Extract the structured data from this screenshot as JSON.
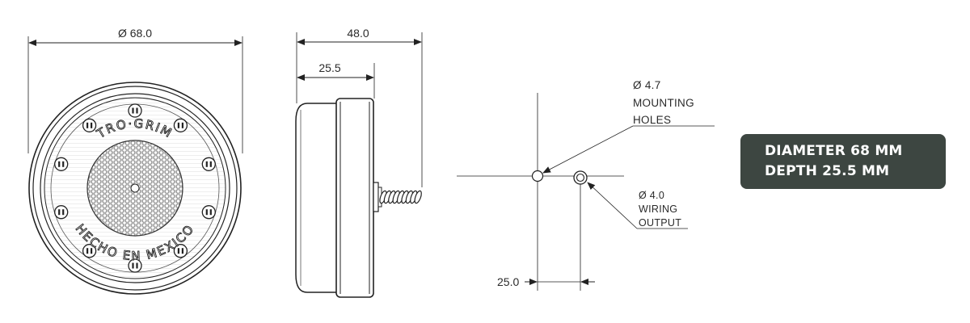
{
  "front_view": {
    "diameter_label": "Ø 68.0",
    "emboss_top": "TRO·GRIM",
    "emboss_bottom": "HECHO EN MEXICO"
  },
  "side_view": {
    "overall_length_label": "48.0",
    "body_depth_label": "25.5"
  },
  "holes_view": {
    "mounting_hole_lines": [
      "Ø 4.7",
      "MOUNTING",
      "HOLES"
    ],
    "wiring_hole_lines": [
      "Ø 4.0",
      "WIRING",
      "OUTPUT"
    ],
    "spacing_label": "25.0"
  },
  "badge": {
    "line1": "DIAMETER 68 MM",
    "line2": "DEPTH 25.5 MM"
  },
  "colors": {
    "line": "#222222",
    "badge_bg": "#3d4641",
    "badge_text": "#ffffff"
  }
}
